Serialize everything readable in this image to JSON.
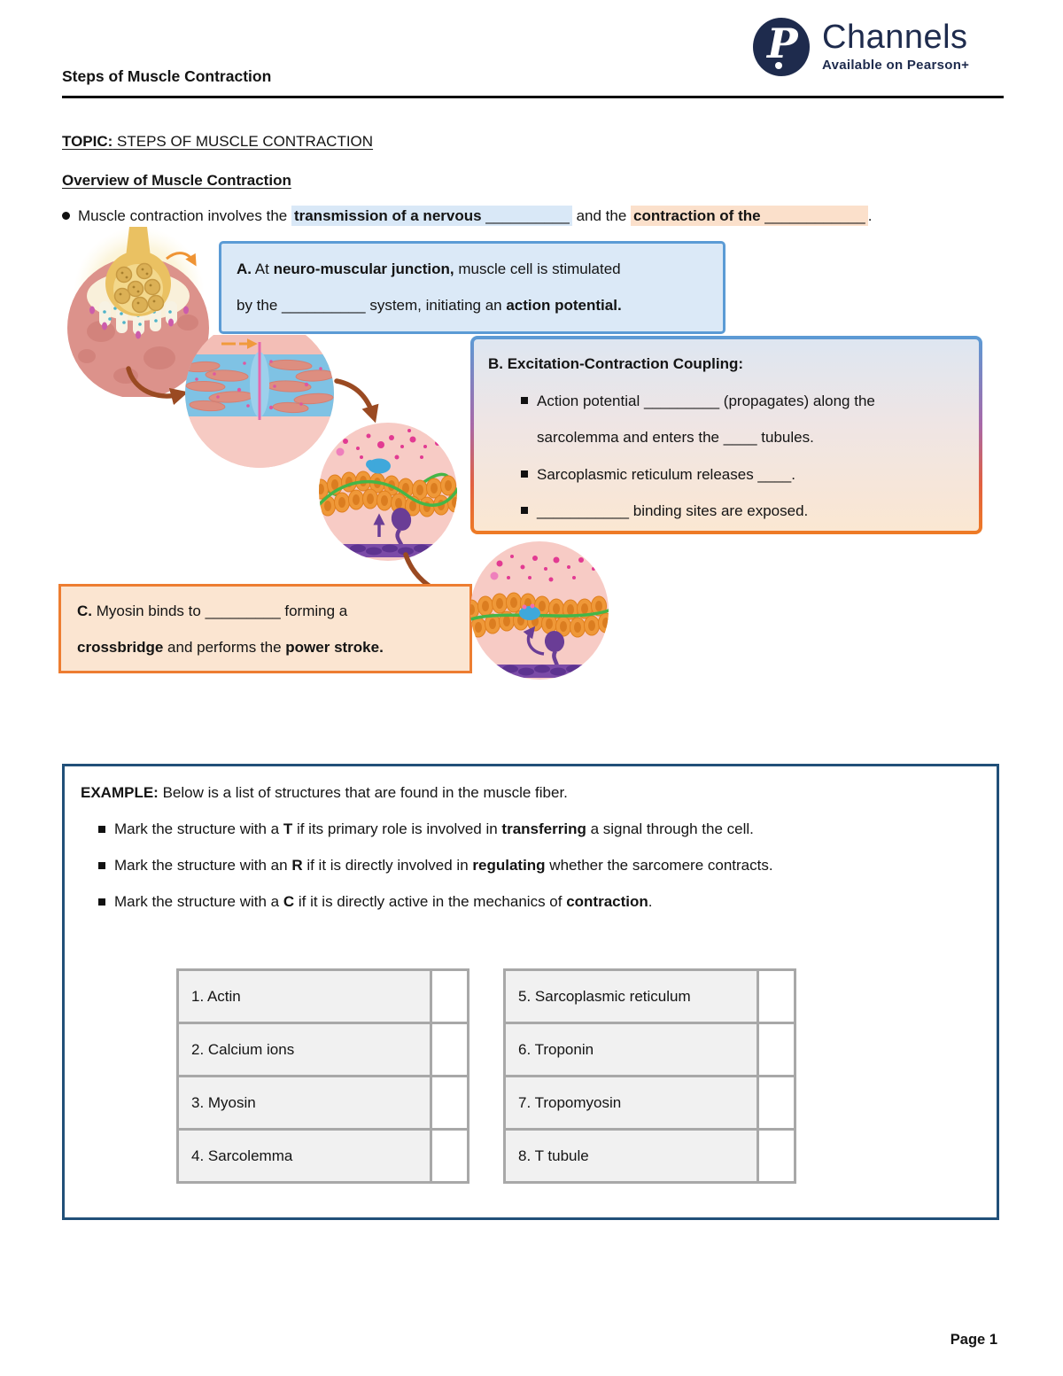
{
  "header": {
    "title": "Steps of Muscle Contraction",
    "logo": {
      "mark": "P",
      "brand": "Channels",
      "tagline": "Available on Pearson+"
    }
  },
  "topic": {
    "label": "TOPIC:",
    "title": " STEPS OF MUSCLE CONTRACTION"
  },
  "section_heading": "Overview of Muscle Contraction",
  "intro": {
    "pre": "Muscle contraction involves the ",
    "hl_blue_bold": "transmission of a nervous ",
    "hl_blue_blank": "__________",
    "mid": " and the ",
    "hl_peach_bold": "contraction of the ",
    "hl_peach_blank": "____________",
    "end": "."
  },
  "box_a": {
    "label": "A.",
    "s1": " At ",
    "b1": "neuro-muscular junction,",
    "s2": " muscle cell is stimulated",
    "s3": "by the ",
    "blank": "__________",
    "s4": " system, initiating an ",
    "b2": "action potential."
  },
  "box_b": {
    "title": "B. Excitation-Contraction Coupling:",
    "item1": {
      "s1": "Action potential ",
      "blank1": "_________",
      "s2": " (propagates) along the",
      "s3": "sarcolemma and enters the ",
      "blank2": "____",
      "s4": " tubules."
    },
    "item2": {
      "s1": "Sarcoplasmic reticulum releases ",
      "blank": "____",
      "s2": "."
    },
    "item3": {
      "blank": "___________",
      "s1": " binding sites are exposed."
    }
  },
  "box_c": {
    "label": "C.",
    "s1": " Myosin binds to ",
    "blank": "_________",
    "s2": " forming a",
    "s3": "crossbridge",
    "s4": " and performs the ",
    "s5": "power stroke."
  },
  "example": {
    "label": "EXAMPLE:",
    "intro": " Below is a list of structures that are found in the muscle fiber.",
    "bullets": [
      {
        "s1": "Mark the structure with a ",
        "b1": "T",
        "s2": " if its primary role is involved in ",
        "b2": "transferring",
        "s3": " a signal through the cell."
      },
      {
        "s1": "Mark the structure with an ",
        "b1": "R",
        "s2": " if it is directly involved in ",
        "b2": "regulating",
        "s3": " whether the sarcomere contracts."
      },
      {
        "s1": "Mark the structure with a ",
        "b1": "C",
        "s2": " if it is directly active in the mechanics of ",
        "b2": "contraction",
        "s3": "."
      }
    ],
    "tables": {
      "left": [
        {
          "label": "1. Actin",
          "answer": ""
        },
        {
          "label": "2. Calcium ions",
          "answer": ""
        },
        {
          "label": "3. Myosin",
          "answer": ""
        },
        {
          "label": "4. Sarcolemma",
          "answer": ""
        }
      ],
      "right": [
        {
          "label": "5. Sarcoplasmic reticulum",
          "answer": ""
        },
        {
          "label": "6. Troponin",
          "answer": ""
        },
        {
          "label": "7. Tropomyosin",
          "answer": ""
        },
        {
          "label": "8. T tubule",
          "answer": ""
        }
      ]
    }
  },
  "footer": {
    "page_number": "Page 1"
  },
  "colors": {
    "accent_blue": "#5B9BD5",
    "accent_orange": "#ED7D31",
    "navy_border": "#215079",
    "highlight_blue": "#D9E8F7",
    "highlight_peach": "#FBE0CB",
    "brand_navy": "#1E2B4D"
  }
}
